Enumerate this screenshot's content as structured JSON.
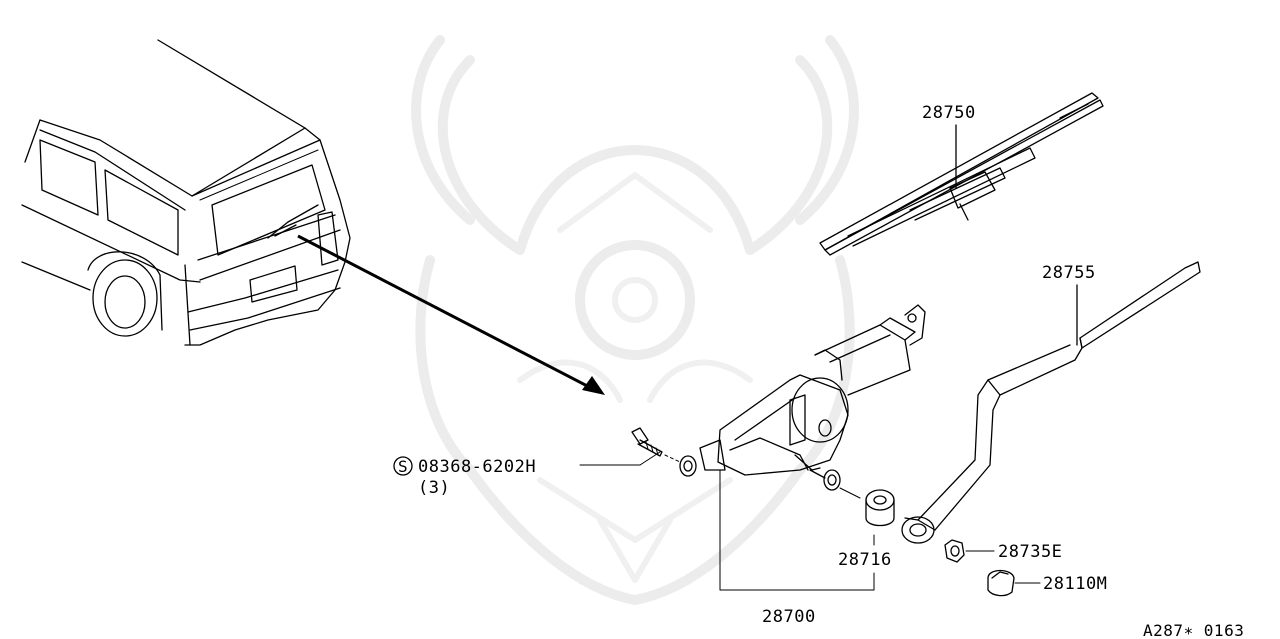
{
  "diagram": {
    "watermark_icon": "samurai-helmet-watermark",
    "parts": {
      "blade": "28750",
      "arm": "28755",
      "motor_assy": "28700",
      "grommet": "28716",
      "nut": "28735E",
      "cap": "28110M"
    },
    "bolt_symbol": "S",
    "bolt": "08368-6202H",
    "bolt_qty": "(3)",
    "reference": "A287∗ 0163"
  }
}
